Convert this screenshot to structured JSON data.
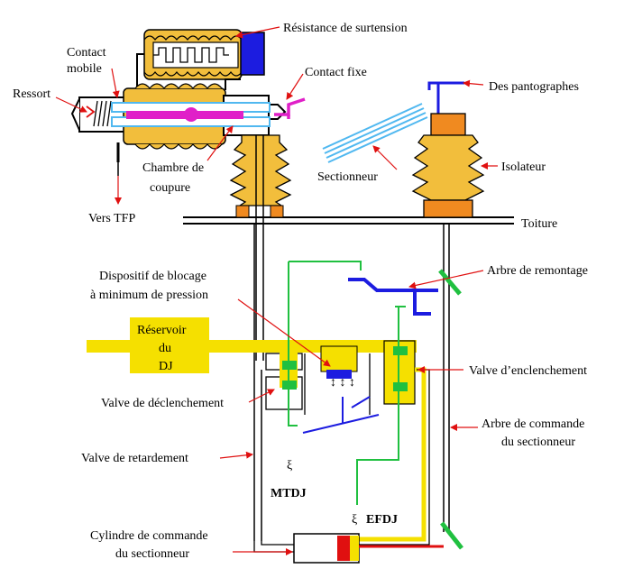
{
  "labels": {
    "resistance": "Résistance de surtension",
    "contact_mobile_1": "Contact",
    "contact_mobile_2": "mobile",
    "contact_fixe": "Contact fixe",
    "ressort": "Ressort",
    "pantographes": "Des pantographes",
    "sectionneur": "Sectionneur",
    "isolateur": "Isolateur",
    "chambre_1": "Chambre de",
    "chambre_2": "coupure",
    "vers_tfp": "Vers TFP",
    "toiture": "Toiture",
    "arbre_remontage": "Arbre de remontage",
    "blocage_1": "Dispositif de blocage",
    "blocage_2": "à minimum de pression",
    "reservoir_1": "Réservoir",
    "reservoir_2": "du",
    "reservoir_3": "DJ",
    "valve_enclenchement": "Valve d’enclenchement",
    "valve_declenchement": "Valve de déclenchement",
    "arbre_commande_1": "Arbre de commande",
    "arbre_commande_2": "du sectionneur",
    "valve_retardement": "Valve de retardement",
    "mtdj": "MTDJ",
    "efdj": "EFDJ",
    "cylindre_1": "Cylindre de commande",
    "cylindre_2": "du sectionneur"
  },
  "colors": {
    "yellow": "#F5E000",
    "insulator": "#F2BE3C",
    "orange": "#F08A20",
    "blue": "#1C1CE0",
    "navy": "#2030B0",
    "magenta": "#E020C8",
    "light_blue": "#50B8F0",
    "green": "#20C040",
    "red": "#E01010"
  }
}
